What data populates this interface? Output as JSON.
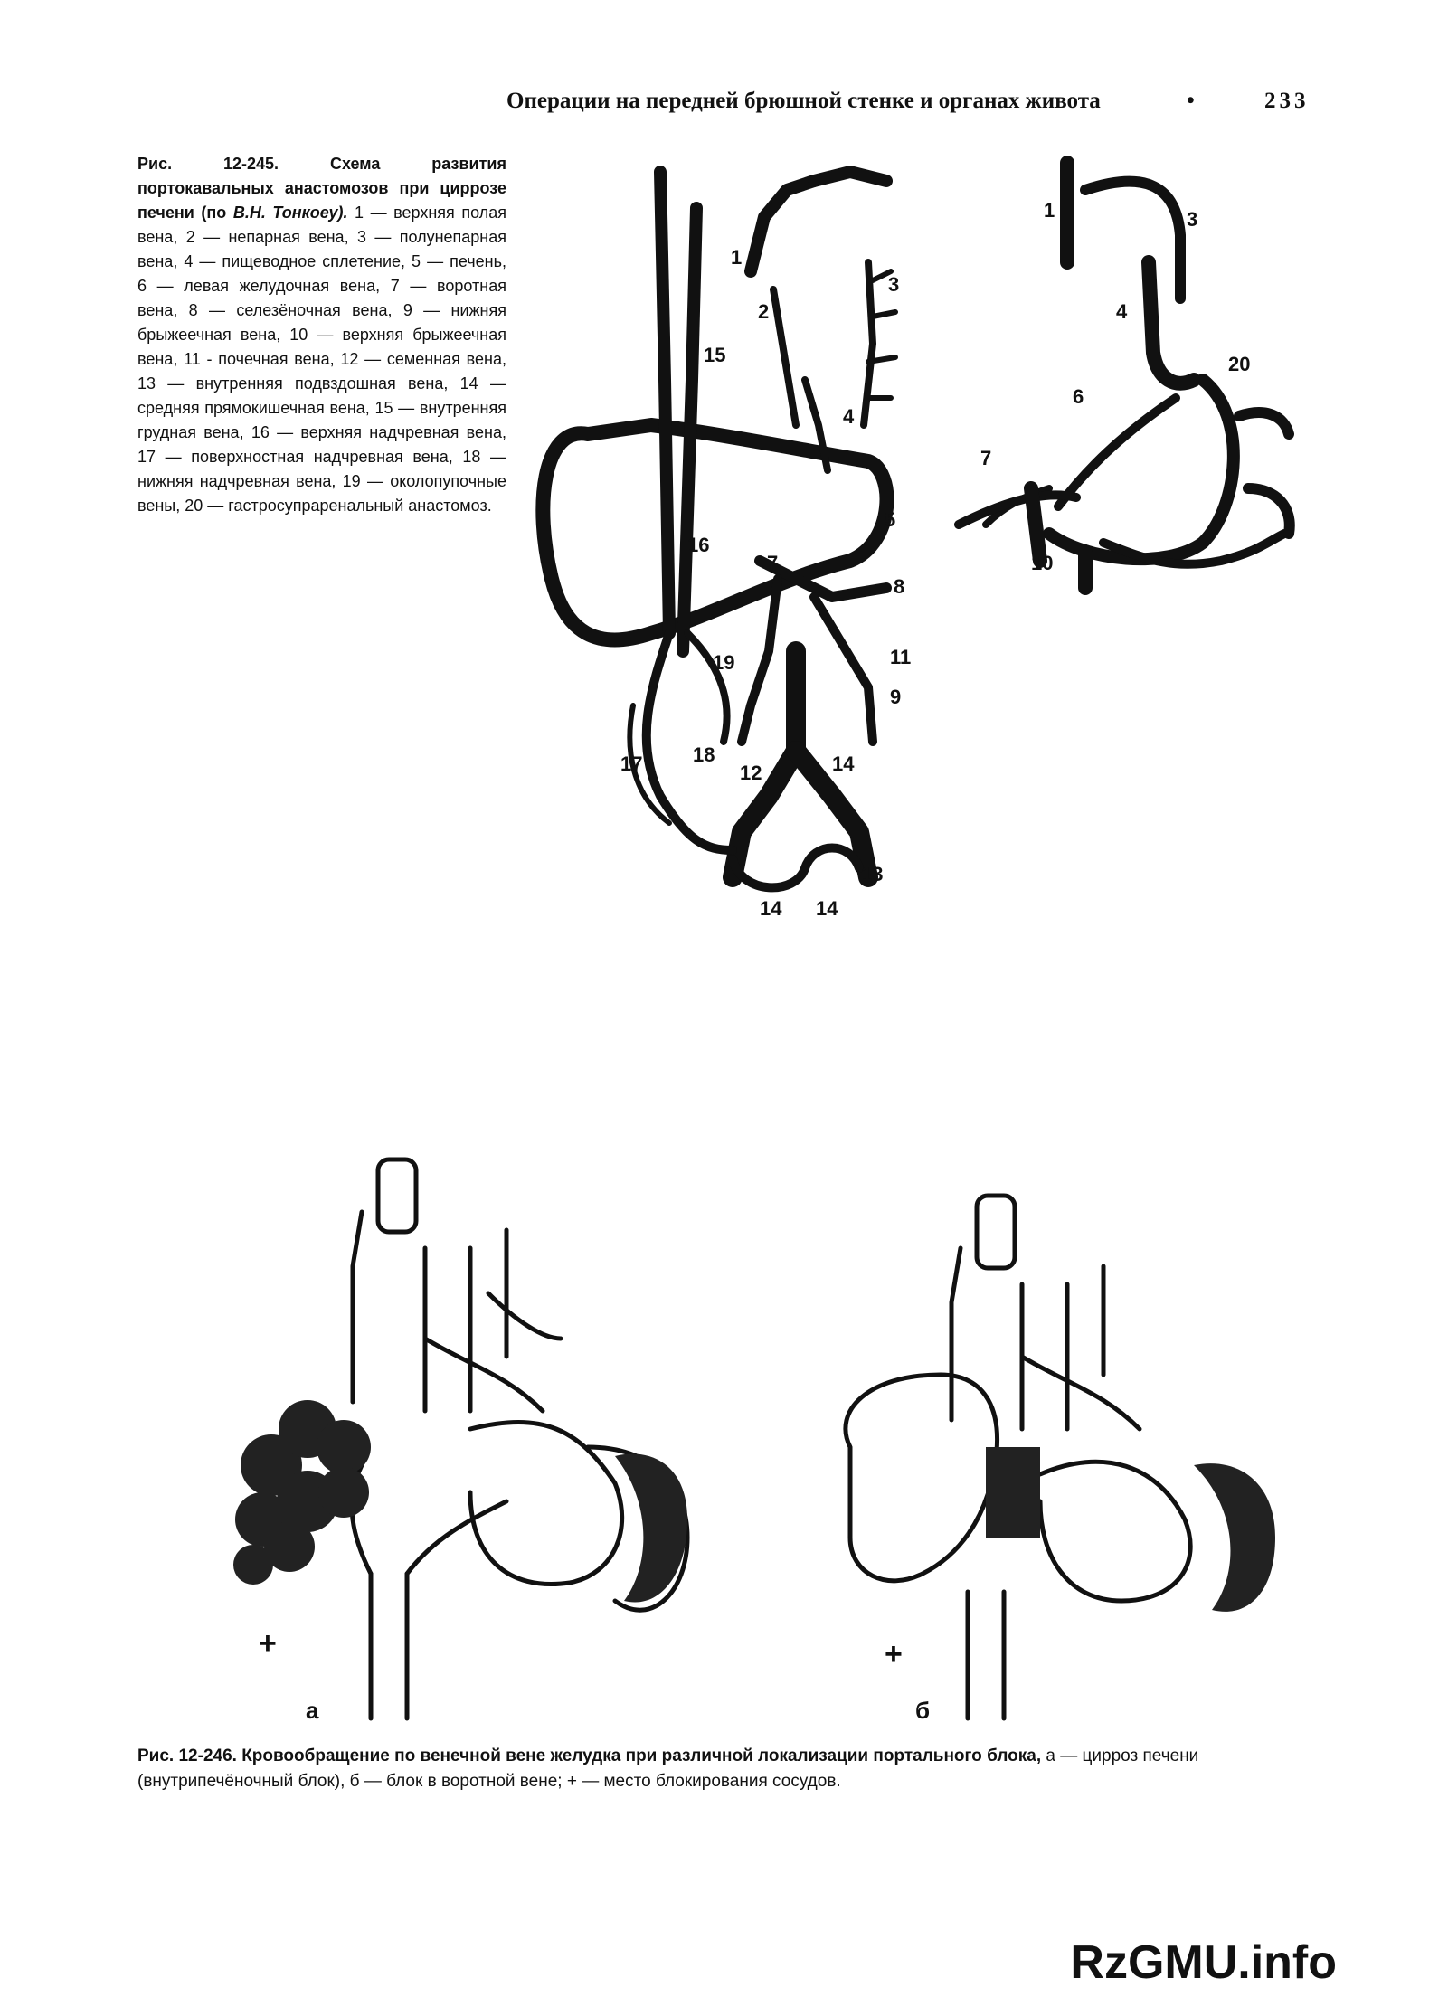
{
  "running_head": {
    "title": "Операции на передней брюшной стенке и органах живота",
    "bullet": "•",
    "page_number": "233"
  },
  "figure_245": {
    "caption_title": "Рис. 12-245. Схема развития портокавальных анастомозов при циррозе печени (по ",
    "caption_author": "В.Н. Тонкоеу).",
    "caption_body": " 1 — верхняя полая вена, 2 — непарная вена, 3 — полунепарная вена, 4 — пищеводное сплетение, 5 — печень, 6 — левая желудочная вена, 7 — воротная вена, 8 — селезёночная вена, 9 — нижняя брыжеечная вена, 10 — верхняя брыжеечная вена, 11 - почечная вена, 12 — семенная вена, 13 — внутренняя подвздошная вена, 14 — средняя прямокишечная вена, 15 — внутренняя грудная вена, 16 — верхняя надчревная вена, 17 — поверхностная надчревная вена, 18 — нижняя надчревная вена, 19 — околопупочные вены, 20 — гастросупраренальный анастомоз.",
    "main_labels": {
      "l1": "1",
      "l2": "2",
      "l3": "3",
      "l4": "4",
      "l5": "5",
      "l7": "7",
      "l8": "8",
      "l9": "9",
      "l11": "11",
      "l12": "12",
      "l13": "13",
      "l14a": "14",
      "l14b": "14",
      "l14c": "14",
      "l15": "15",
      "l16": "16",
      "l17": "17",
      "l18": "18",
      "l19": "19"
    },
    "inset_labels": {
      "l1": "1",
      "l3": "3",
      "l4": "4",
      "l6": "6",
      "l7": "7",
      "l10": "10",
      "l20": "20"
    }
  },
  "figure_246": {
    "panel_a_label": "а",
    "panel_b_label": "б",
    "block_marker_a": "+",
    "block_marker_b": "+",
    "caption_title": "Рис. 12-246. Кровообращение по венечной вене желудка при различной локализации портального блока,",
    "caption_body": " а — цирроз печени (внутрипечёночный блок), б — блок в воротной вене; + — место блокирования сосудов."
  },
  "watermark": "RzGMU.info"
}
